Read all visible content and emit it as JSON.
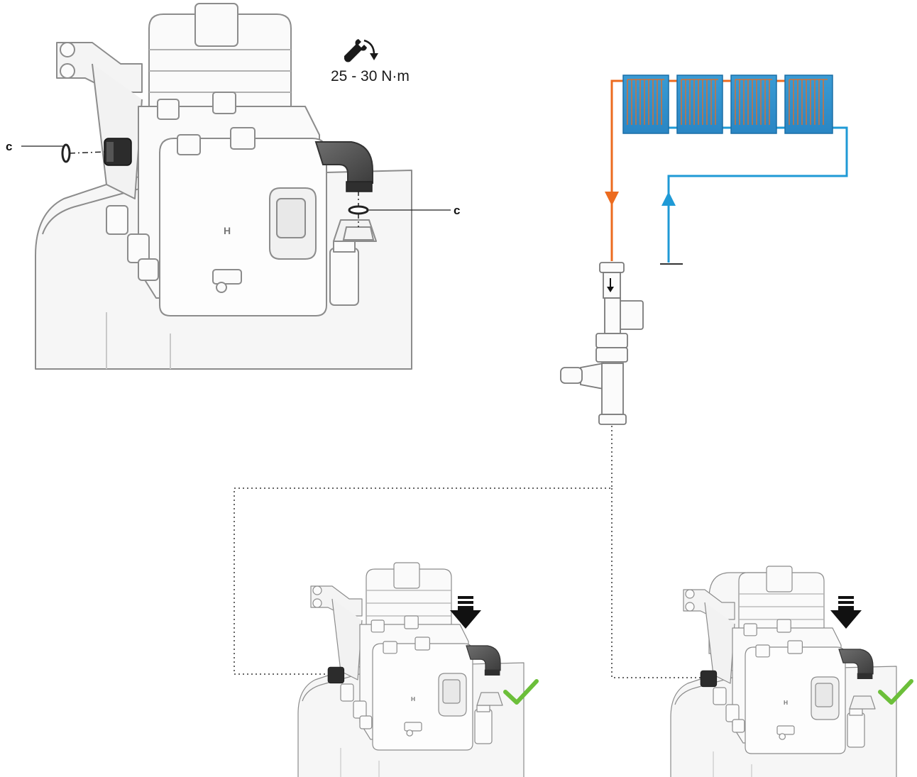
{
  "torque": {
    "value_text": "25 - 30 N·m",
    "icon": "wrench-torque-icon"
  },
  "callouts": {
    "left_label": "c",
    "right_label": "c"
  },
  "colors": {
    "supply": "#ec6b1f",
    "return": "#1f9ad6",
    "radiator_fill": "#2b8fc8",
    "check_mark": "#6cbf3a",
    "unit_stroke": "#8c8c8c"
  },
  "icons": {
    "press_down": "press-down-arrow-icon",
    "ok": "check-mark-icon"
  }
}
